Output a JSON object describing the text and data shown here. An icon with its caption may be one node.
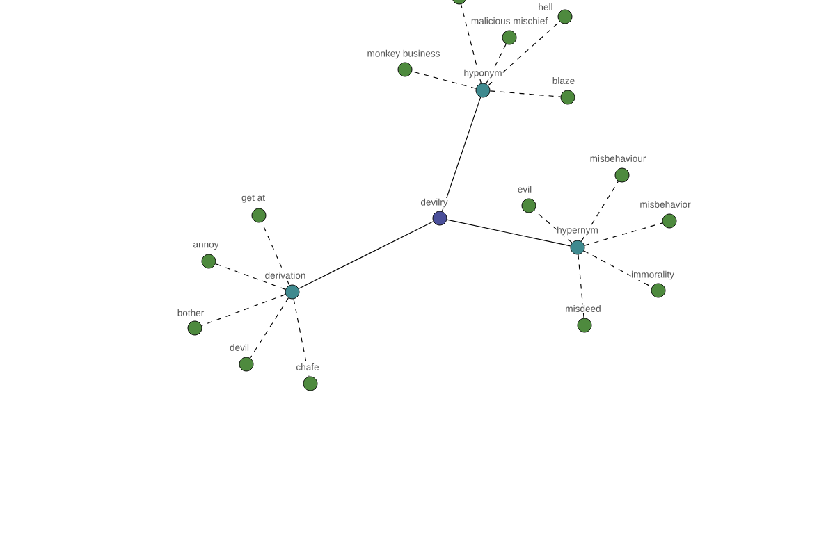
{
  "diagram": {
    "nodes": [
      {
        "text": [
          "devilry"
        ]
      },
      {
        "text": [
          "hyponym"
        ]
      },
      {
        "text": [
          "hypernym"
        ]
      },
      {
        "text": [
          "derivation"
        ]
      },
      {
        "text": [],
        "shape": "circle"
      },
      {
        "text": [
          "hell"
        ]
      },
      {
        "text": [
          "malicious mischief"
        ]
      },
      {
        "text": [
          "monkey business"
        ]
      },
      {
        "text": [
          "blaze"
        ]
      },
      {
        "text": [
          "evil"
        ]
      },
      {
        "text": [
          "misbehaviour"
        ]
      },
      {
        "text": [
          "misbehavior"
        ]
      },
      {
        "text": [
          "immorality"
        ]
      },
      {
        "text": [
          "misdeed"
        ]
      },
      {
        "text": [
          "get at"
        ]
      },
      {
        "text": [
          "annoy"
        ]
      },
      {
        "text": [
          "bother"
        ]
      },
      {
        "text": [
          "devil"
        ]
      },
      {
        "text": [
          "chafe"
        ]
      }
    ],
    "edges": [
      {
        "from": 0,
        "to": 1,
        "arrow": "none"
      },
      {
        "from": 0,
        "to": 2,
        "arrow": "none"
      },
      {
        "from": 0,
        "to": 3,
        "arrow": "none"
      },
      {
        "from": 1,
        "to": 4,
        "arrow": "none",
        "style": "dashed"
      },
      {
        "from": 1,
        "to": 5,
        "arrow": "none",
        "style": "dashed"
      },
      {
        "from": 1,
        "to": 6,
        "arrow": "none",
        "style": "dashed"
      },
      {
        "from": 1,
        "to": 7,
        "arrow": "none",
        "style": "dashed"
      },
      {
        "from": 1,
        "to": 8,
        "arrow": "none",
        "style": "dashed"
      },
      {
        "from": 2,
        "to": 9,
        "arrow": "none",
        "style": "dashed"
      },
      {
        "from": 2,
        "to": 10,
        "arrow": "none",
        "style": "dashed"
      },
      {
        "from": 2,
        "to": 11,
        "arrow": "none",
        "style": "dashed"
      },
      {
        "from": 2,
        "to": 12,
        "arrow": "none",
        "style": "dashed"
      },
      {
        "from": 2,
        "to": 13,
        "arrow": "none",
        "style": "dashed"
      },
      {
        "from": 3,
        "to": 14,
        "arrow": "none",
        "style": "dashed"
      },
      {
        "from": 3,
        "to": 15,
        "arrow": "none",
        "style": "dashed"
      },
      {
        "from": 3,
        "to": 16,
        "arrow": "none",
        "style": "dashed"
      },
      {
        "from": 3,
        "to": 17,
        "arrow": "none",
        "style": "dashed"
      },
      {
        "from": 3,
        "to": 18,
        "arrow": "none",
        "style": "dashed"
      }
    ]
  }
}
